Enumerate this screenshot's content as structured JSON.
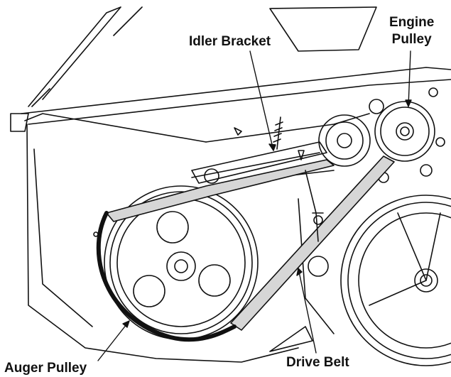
{
  "labels": {
    "idler_bracket": "Idler Bracket",
    "engine_pulley_line1": "Engine",
    "engine_pulley_line2": "Pulley",
    "drive_belt": "Drive Belt",
    "auger_pulley": "Auger Pulley"
  },
  "colors": {
    "line": "#111111",
    "belt_fill": "#d6d6d6",
    "background": "#ffffff"
  }
}
